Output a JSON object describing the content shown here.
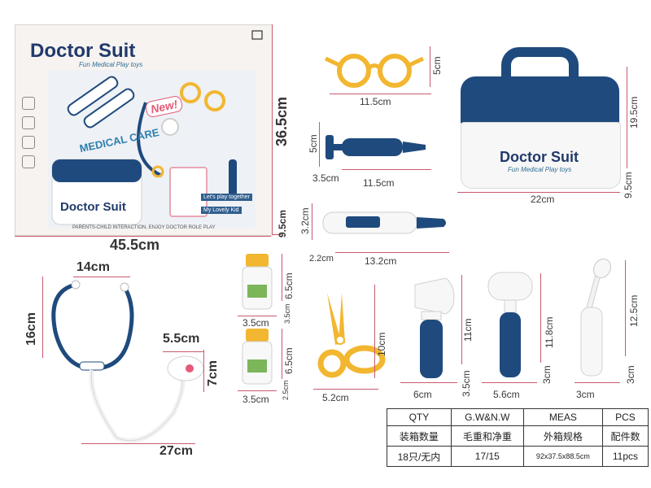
{
  "package": {
    "brand": "Doctor Suit",
    "tagline": "Fun Medical Play toys",
    "new_badge": "New!",
    "medical_care": "MEDICAL CARE",
    "lets_play": "Let's play together",
    "lovely_kid": "My Lovely Kid",
    "bottom_text": "PARENTS-CHILD INTERACTION, ENJOY DOCTOR ROLE PLAY",
    "case_brand": "Doctor Suit"
  },
  "case": {
    "brand": "Doctor Suit",
    "tagline": "Fun Medical Play toys"
  },
  "dimensions": {
    "package_height": "36.5cm",
    "package_depth": "9.5cm",
    "package_width": "45.5cm",
    "glasses_width": "11.5cm",
    "glasses_height": "5cm",
    "syringe_height": "5cm",
    "syringe_depth": "3.5cm",
    "syringe_width": "11.5cm",
    "case_height": "19.5cm",
    "case_width": "22cm",
    "case_depth": "9.5cm",
    "thermometer_height": "3.2cm",
    "thermometer_depth": "2.2cm",
    "thermometer_width": "13.2cm",
    "stethoscope_width": "14cm",
    "stethoscope_height": "16cm",
    "stethoscope_head_width": "5.5cm",
    "stethoscope_head_height": "7cm",
    "stethoscope_length": "27cm",
    "bottle1_height": "6.5cm",
    "bottle1_width": "3.5cm",
    "bottle1_depth": "3.5cm",
    "bottle2_height": "6.5cm",
    "bottle2_width": "3.5cm",
    "bottle2_depth": "2.5cm",
    "scissors_height": "10cm",
    "scissors_width": "5.2cm",
    "otoscope_height": "11cm",
    "otoscope_width": "6cm",
    "otoscope_depth": "3.5cm",
    "hammer_height": "11.8cm",
    "hammer_width": "5.6cm",
    "hammer_depth": "3cm",
    "mirror_height": "12.5cm",
    "mirror_width": "3cm",
    "mirror_depth": "3cm"
  },
  "spec_table": {
    "headers_en": [
      "QTY",
      "G.W&N.W",
      "MEAS",
      "PCS"
    ],
    "headers_cn": [
      "装箱数量",
      "毛重和净重",
      "外箱规格",
      "配件数"
    ],
    "values": [
      "18只/无内",
      "17/15",
      "92x37.5x88.5cm",
      "11pcs"
    ]
  },
  "colors": {
    "navy": "#1f4a7d",
    "yellow": "#f2b630",
    "pink_lines": "#c95a6e"
  }
}
